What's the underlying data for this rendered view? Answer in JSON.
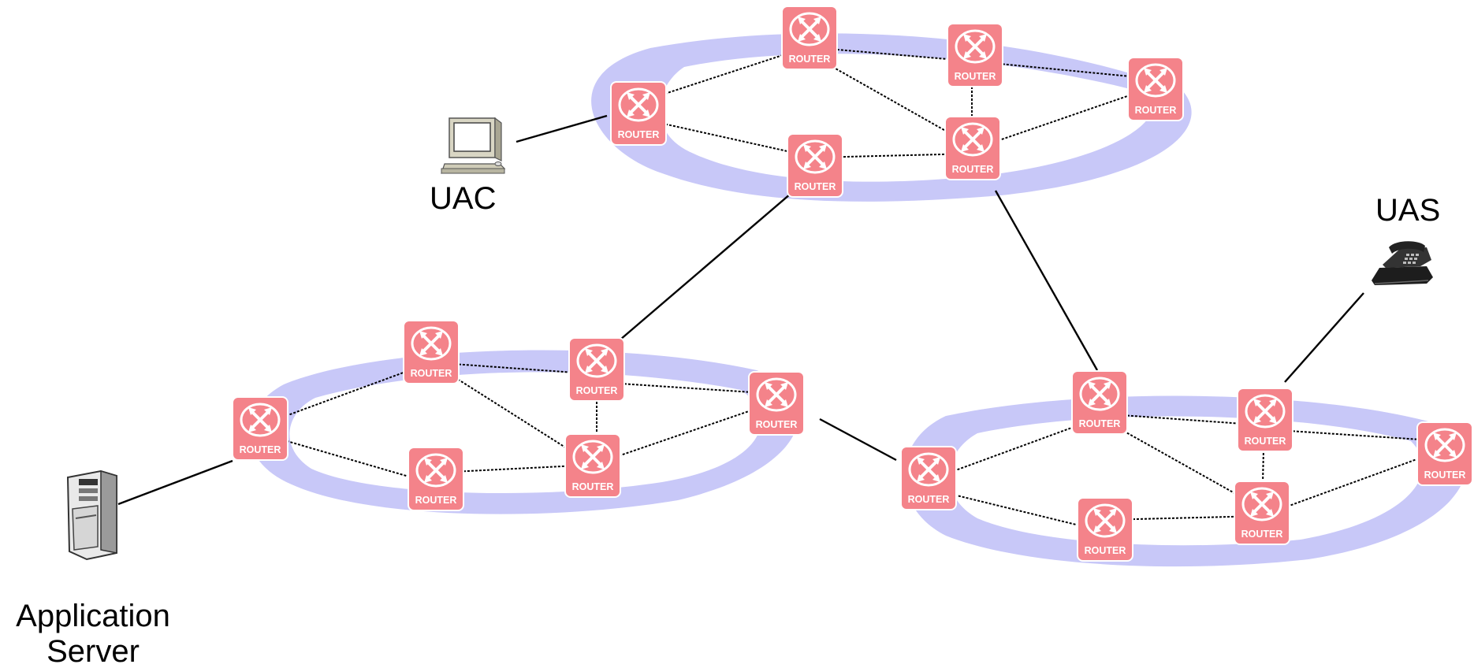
{
  "colors": {
    "ring": "#c8c8f8",
    "router_fill": "#f4838a",
    "router_light": "#ffffff",
    "link": "#000000"
  },
  "endpoints": {
    "uac": {
      "label": "UAC",
      "icon": "desktop-computer-icon"
    },
    "uas": {
      "label": "UAS",
      "icon": "telephone-icon"
    },
    "app_server": {
      "label_line1": "Application",
      "label_line2": "Server",
      "icon": "server-tower-icon"
    }
  },
  "router": {
    "label": "ROUTER",
    "icon": "router-icon"
  },
  "rings": [
    {
      "id": "top",
      "routers": 6
    },
    {
      "id": "bottom-left",
      "routers": 6
    },
    {
      "id": "bottom-right",
      "routers": 6
    }
  ]
}
